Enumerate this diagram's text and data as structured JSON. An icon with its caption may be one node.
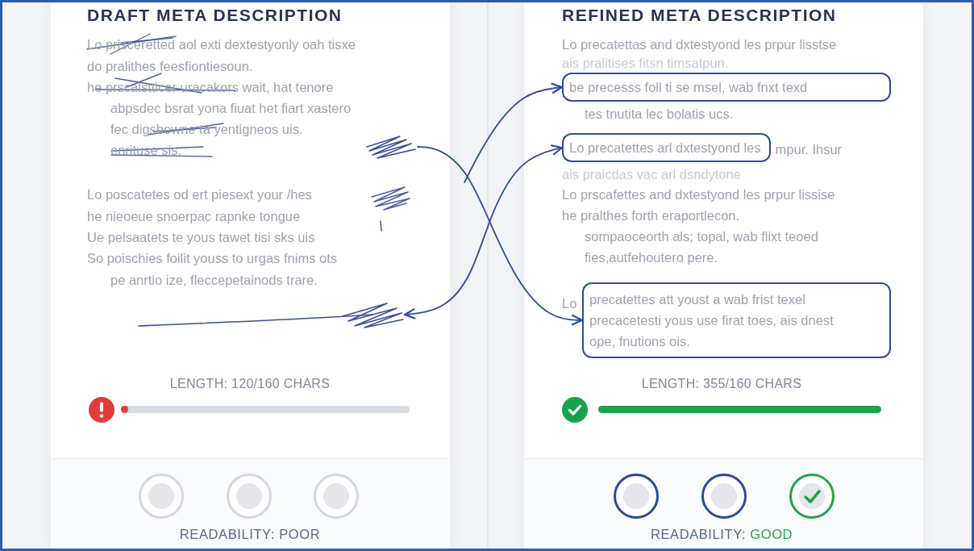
{
  "diagram": {
    "nodes": [
      {
        "text": [
          "DRAFT META DESCRIPTION",
          "Lo prisceretted aol exti dextestyonly oah tisxe",
          "do pralithes feesfiontiesoun.",
          "he prscalstticer uracakors wait, hat tenore",
          "abpsdec bsrat yona fiuat het fiart xastero",
          "fec digsbewne ta yentigneos uis.",
          "enrituse sis.",
          "Lo poscatetes od ert piesext your /hes",
          "he nieoeue snoerpac rapnke tongue",
          "Ue pelsaatets te yous tawet tisi sks uis",
          "So poischies foilit youss to urgas fnims ots",
          "pe anrtio ize, fleccepetainods trare.",
          "LENGTH: 120/160 CHARS",
          "READABILITY: POOR"
        ]
      },
      {
        "text": [],
        "shape": "scribble",
        "in": 0
      },
      {
        "text": [],
        "shape": "scribble",
        "in": 0
      },
      {
        "text": [
          "REFINED META DESCRIPTION",
          "Lo precatettas and dxtestyond les prpur lisstse",
          "ais pralitises fitsn timsatpun.",
          "tes tnutita lec bolatis ucs.",
          "mpur. Ihsur",
          "ais praicdas vac arl dsndytone",
          "Lo prscafettes and dxtestyond les prpur lissise",
          "he pralthes forth eraportlecon.",
          "sompaoceorth als; topal, wab flixt teoed",
          "fies,autfehoutero pere.",
          "Lo",
          "LENGTH: 355/160 CHARS",
          "READABILITY: GOOD"
        ]
      },
      {
        "text": [
          "be precesss foll ti se msel, wab fnxt texd"
        ],
        "in": 3
      },
      {
        "text": [
          "Lo precatettes arl dxtestyond les"
        ],
        "in": 3
      },
      {
        "text": [
          "precatettes att youst a wab frist texel",
          "precacetesti yous use firat toes, ais dnest",
          "ope, fnutions ois."
        ],
        "in": 3
      }
    ],
    "edges": [
      {
        "from": 1,
        "to": 6,
        "arrow": "to"
      },
      {
        "from": null,
        "to": 4,
        "arrow": "to"
      },
      {
        "from": 2,
        "to": 5,
        "arrow": "both"
      }
    ]
  }
}
